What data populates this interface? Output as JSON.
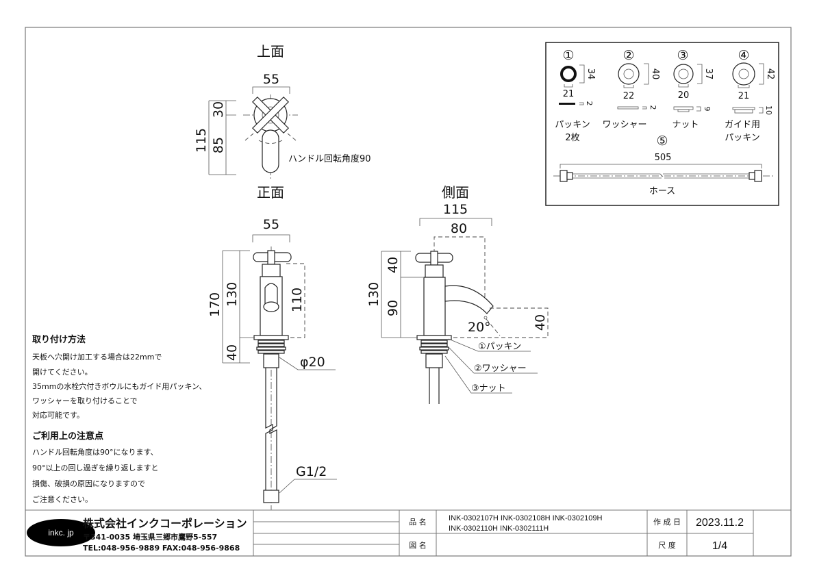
{
  "views": {
    "top": {
      "title": "上面",
      "width": "55",
      "total_depth": "115",
      "depth_a": "30",
      "depth_b": "85",
      "rotation_note": "ハンドル回転角度90"
    },
    "front": {
      "title": "正面",
      "width": "55",
      "total_height": "170",
      "body_height": "130",
      "base_height": "40",
      "spout_height": "110",
      "thread_dia": "φ20",
      "hose_thread": "G1/2"
    },
    "side": {
      "title": "側面",
      "total_depth": "115",
      "spout_reach": "80",
      "total_height": "130",
      "handle_height": "40",
      "body_height": "90",
      "outlet_height": "40",
      "angle": "20°",
      "labels": [
        "①パッキン",
        "②ワッシャー",
        "③ナット"
      ]
    }
  },
  "parts": {
    "items": [
      {
        "num": "①",
        "outer": "34",
        "inner": "21",
        "thick": "2",
        "name": "パッキン",
        "name2": "2枚"
      },
      {
        "num": "②",
        "outer": "40",
        "inner": "22",
        "thick": "2",
        "name": "ワッシャー"
      },
      {
        "num": "③",
        "outer": "37",
        "inner": "20",
        "thick": "9",
        "name": "ナット"
      },
      {
        "num": "④",
        "outer": "42",
        "inner": "21",
        "thick": "10",
        "name": "ガイド用",
        "name2": "パッキン"
      }
    ],
    "hose": {
      "num": "⑤",
      "length": "505",
      "name": "ホース"
    }
  },
  "notes": {
    "install_title": "取り付け方法",
    "install_lines": [
      "天板へ穴開け加工する場合は22mmで",
      "開けてください。",
      "35mmの水栓穴付きボウルにもガイド用パッキン、",
      "ワッシャーを取り付けることで",
      "対応可能です。"
    ],
    "caution_title": "ご利用上の注意点",
    "caution_lines": [
      "ハンドル回転角度は90°になります、",
      "90°以上の回し過ぎを繰り返しますと",
      "損傷、破損の原因になりますので",
      "ご注意ください。"
    ]
  },
  "title_block": {
    "logo": "inkc. jp",
    "company": "株式会社インクコーポレーション",
    "address": "〒341-0035 埼玉県三郷市鷹野5-557",
    "contact": "TEL:048-956-9889  FAX:048-956-9868",
    "product_label": "品 名",
    "product_line1": "INK-0302107H  INK-0302108H  INK-0302109H",
    "product_line2": "INK-0302110H  INK-0302111H",
    "drawing_label": "図 名",
    "date_label": "作 成 日",
    "date": "2023.11.2",
    "scale_label": "尺 度",
    "scale": "1/4"
  }
}
